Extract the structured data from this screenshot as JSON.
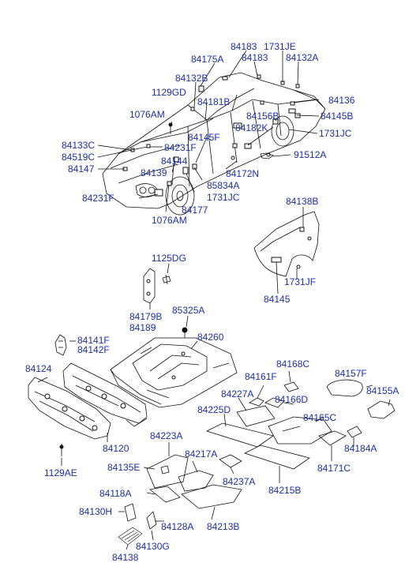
{
  "diagram": {
    "labels": {
      "p84183a": "84183",
      "p1731je": "1731JE",
      "p84175a": "84175A",
      "p84183b": "84183",
      "p84132a": "84132A",
      "p84132b": "84132B",
      "p1129gd": "1129GD",
      "p84181b": "84181B",
      "p84136": "84136",
      "p1076am_top": "1076AM",
      "p84156b": "84156B",
      "p84145b": "84145B",
      "p84182k": "84182K",
      "p1731jc_right": "1731JC",
      "p84133c": "84133C",
      "p84231f_top": "84231F",
      "p84145f": "84145F",
      "p84519c": "84519C",
      "p91512a": "91512A",
      "p84144": "84144",
      "p84147": "84147",
      "p84139": "84139",
      "p84172n": "84172N",
      "p85834a": "85834A",
      "p84231f_bot": "84231F",
      "p1731jc_bot": "1731JC",
      "p84177": "84177",
      "p1076am_bot": "1076AM",
      "p84138b": "84138B",
      "p1125dg": "1125DG",
      "p1731jf": "1731JF",
      "p84145": "84145",
      "p84179b": "84179B",
      "p84189": "84189",
      "p85325a": "85325A",
      "p84141f": "84141F",
      "p84142f": "84142F",
      "p84260": "84260",
      "p84124": "84124",
      "p84168c": "84168C",
      "p84161f": "84161F",
      "p84157f": "84157F",
      "p84227a": "84227A",
      "p84166d": "84166D",
      "p84155a": "84155A",
      "p84225d": "84225D",
      "p84165c": "84165C",
      "p84120": "84120",
      "p84223a": "84223A",
      "p1129ae": "1129AE",
      "p84217a": "84217A",
      "p84184a": "84184A",
      "p84135e": "84135E",
      "p84171c": "84171C",
      "p84237a": "84237A",
      "p84118a": "84118A",
      "p84215b": "84215B",
      "p84130h": "84130H",
      "p84128a": "84128A",
      "p84213b": "84213B",
      "p84130g": "84130G",
      "p84138": "84138"
    },
    "colors": {
      "label": "#1d2ea8",
      "line": "#111111",
      "background": "#ffffff"
    }
  }
}
